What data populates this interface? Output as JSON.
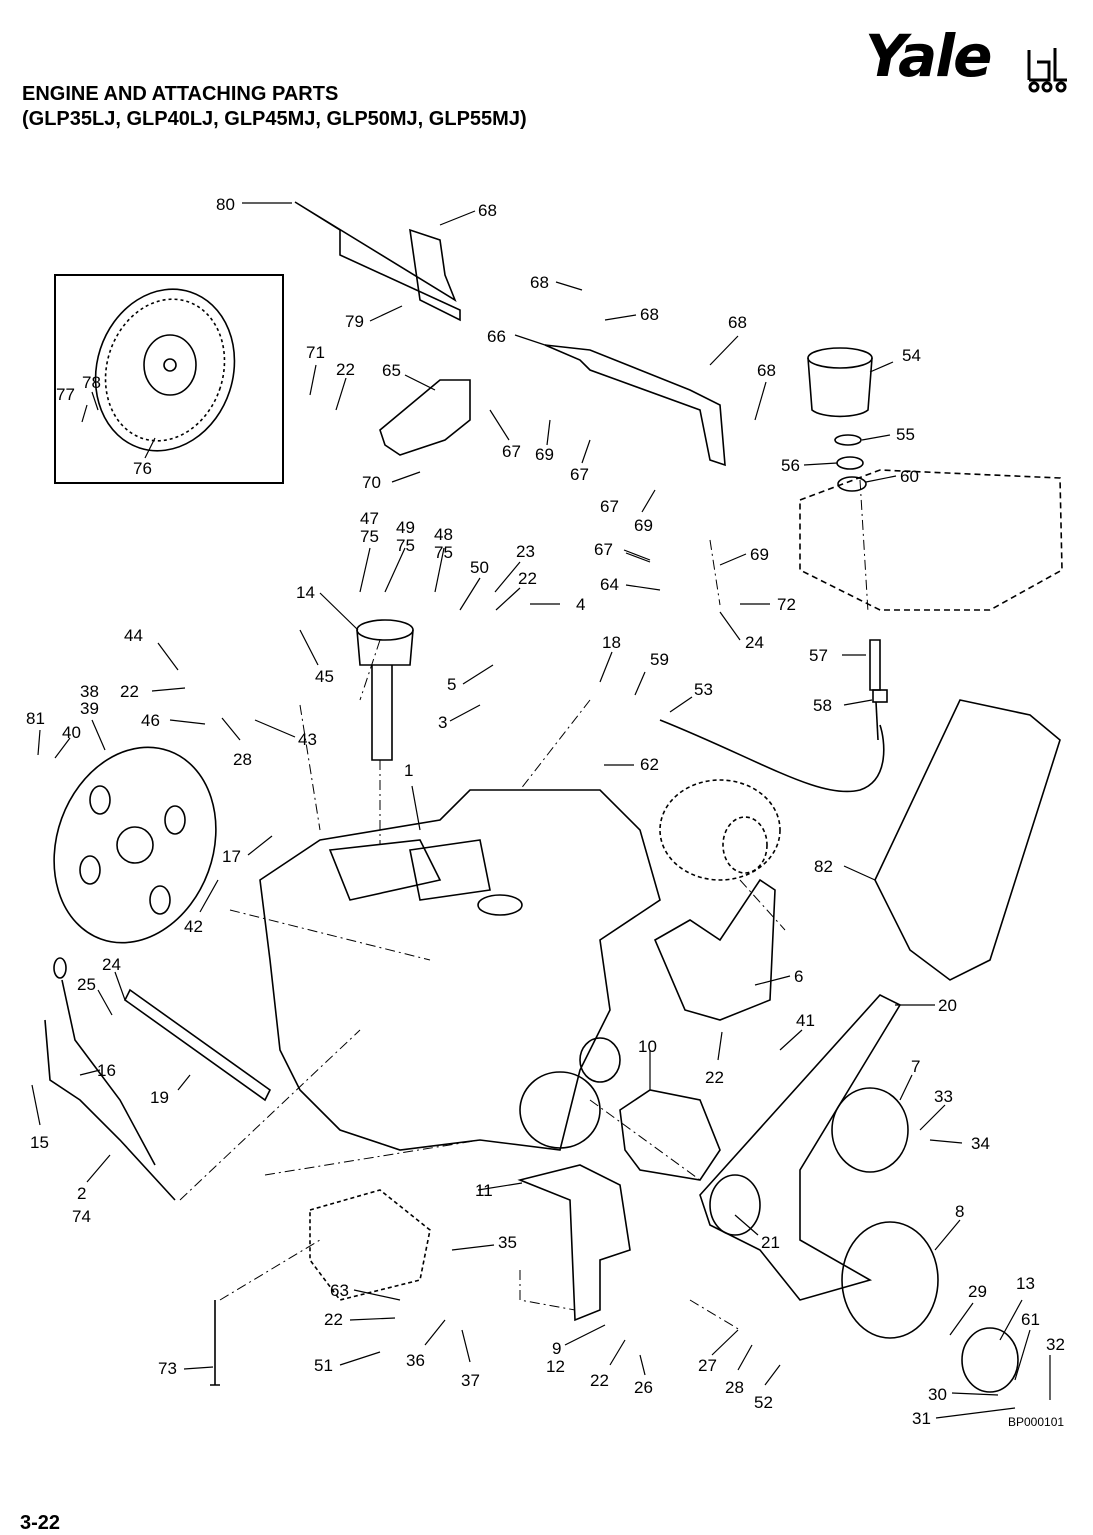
{
  "header": {
    "title_line1": "ENGINE AND ATTACHING PARTS",
    "title_line2": "(GLP35LJ, GLP40LJ, GLP45MJ, GLP50MJ, GLP55MJ)",
    "logo": "Yale"
  },
  "footer": {
    "drawing_code": "BP000101",
    "page_number": "3-22"
  },
  "callouts": [
    "80",
    "68",
    "79",
    "68",
    "68",
    "66",
    "68",
    "71",
    "22",
    "65",
    "67",
    "69",
    "67",
    "68",
    "77",
    "78",
    "76",
    "70",
    "54",
    "55",
    "56",
    "60",
    "67",
    "69",
    "47",
    "75",
    "49",
    "75",
    "48",
    "75",
    "50",
    "23",
    "22",
    "4",
    "67",
    "69",
    "14",
    "64",
    "72",
    "24",
    "18",
    "59",
    "44",
    "45",
    "5",
    "53",
    "57",
    "58",
    "38",
    "39",
    "22",
    "46",
    "43",
    "81",
    "40",
    "28",
    "3",
    "1",
    "62",
    "17",
    "82",
    "42",
    "6",
    "24",
    "25",
    "20",
    "41",
    "16",
    "19",
    "10",
    "7",
    "33",
    "15",
    "22",
    "34",
    "2",
    "74",
    "11",
    "21",
    "8",
    "35",
    "29",
    "13",
    "61",
    "32",
    "63",
    "22",
    "9",
    "12",
    "27",
    "28",
    "36",
    "37",
    "73",
    "51",
    "22",
    "26",
    "52",
    "30",
    "31"
  ],
  "colors": {
    "ink": "#000000",
    "paper": "#ffffff",
    "shade": "#cccccc"
  }
}
